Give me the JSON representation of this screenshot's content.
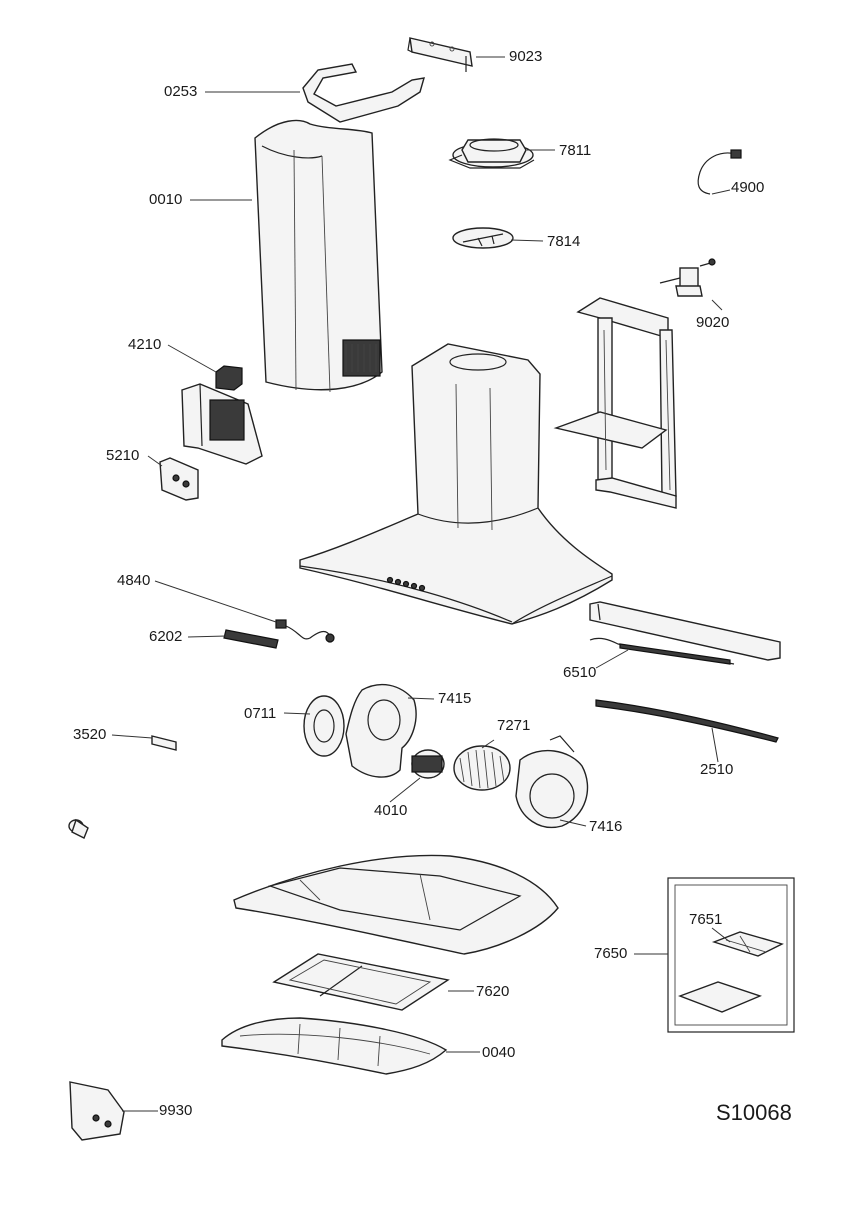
{
  "diagram": {
    "code": "S10068",
    "parts": [
      {
        "id": "9023"
      },
      {
        "id": "0253"
      },
      {
        "id": "7811"
      },
      {
        "id": "0010"
      },
      {
        "id": "4900"
      },
      {
        "id": "7814"
      },
      {
        "id": "9020"
      },
      {
        "id": "4210"
      },
      {
        "id": "5210"
      },
      {
        "id": "4840"
      },
      {
        "id": "6202"
      },
      {
        "id": "6510"
      },
      {
        "id": "0711"
      },
      {
        "id": "7415"
      },
      {
        "id": "7271"
      },
      {
        "id": "3520"
      },
      {
        "id": "2510"
      },
      {
        "id": "4010"
      },
      {
        "id": "7416"
      },
      {
        "id": "7651"
      },
      {
        "id": "7650"
      },
      {
        "id": "7620"
      },
      {
        "id": "0040"
      },
      {
        "id": "9930"
      }
    ]
  }
}
